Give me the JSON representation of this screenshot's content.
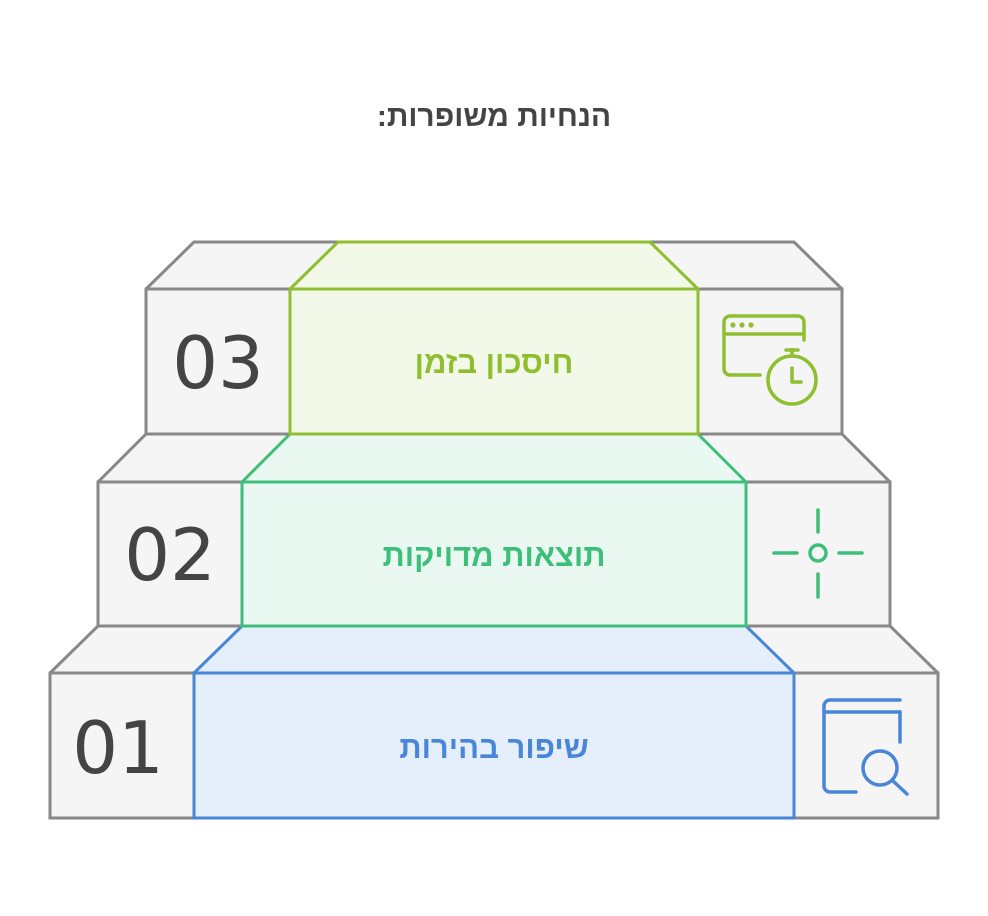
{
  "title": "הנחיות משופרות:",
  "colors": {
    "gray_stroke": "#888888",
    "gray_fill": "#f5f5f5",
    "blue": "#4a86d8",
    "blue_fill": "#e5eefb",
    "green": "#3dbf7a",
    "green_fill": "#e9f8f1",
    "lime": "#8fbf30",
    "lime_fill": "#f3f9e9",
    "number_text": "#444444"
  },
  "steps": [
    {
      "number": "01",
      "label": "שיפור בהירות",
      "icon": "book-search-icon",
      "color": "#4a86d8"
    },
    {
      "number": "02",
      "label": "תוצאות מדויקות",
      "icon": "crosshair-icon",
      "color": "#3dbf7a"
    },
    {
      "number": "03",
      "label": "חיסכון בזמן",
      "icon": "stopwatch-window-icon",
      "color": "#8fbf30"
    }
  ]
}
